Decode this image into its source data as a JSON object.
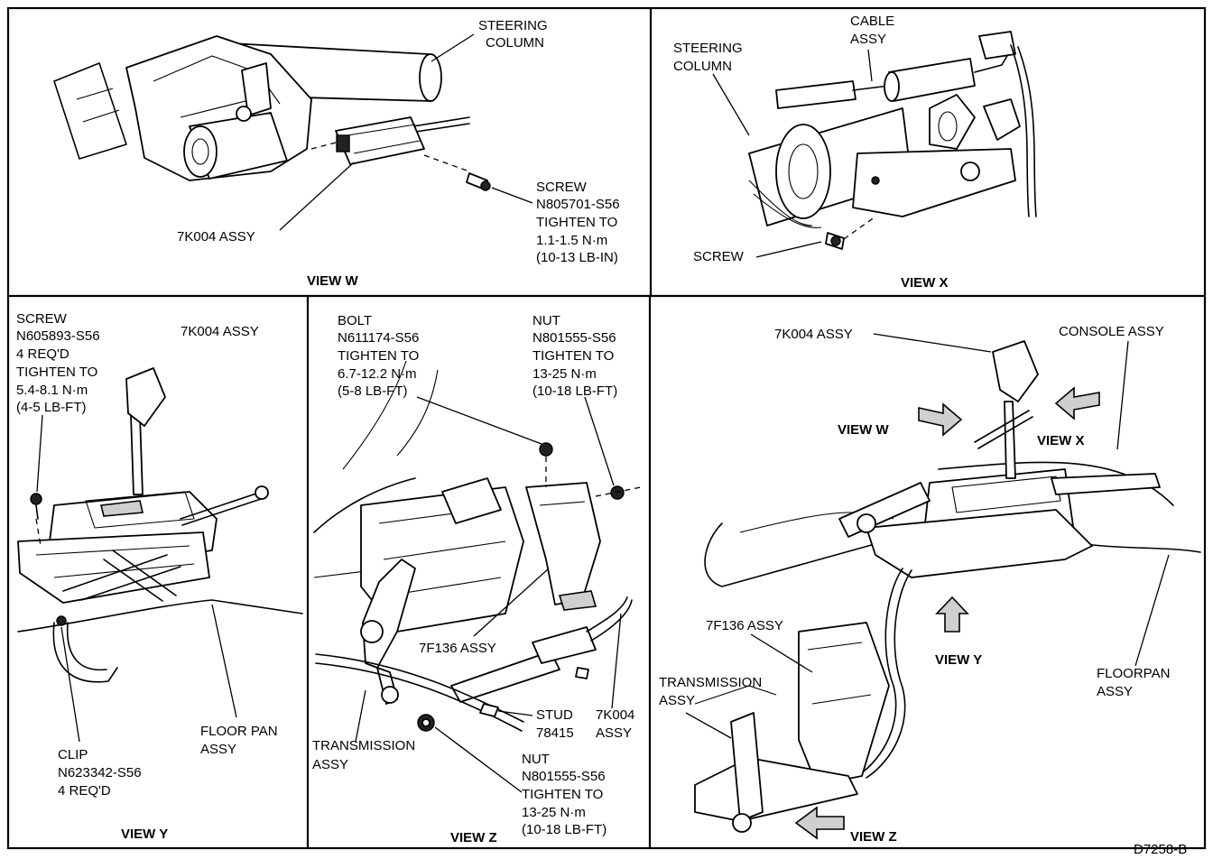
{
  "figure_id": "D7258-B",
  "panels": {
    "view_w": {
      "title": "VIEW W",
      "labels": {
        "steering_column": [
          "STEERING",
          "COLUMN"
        ],
        "assy": "7K004 ASSY",
        "screw": [
          "SCREW",
          "N805701-S56",
          "TIGHTEN TO",
          "1.1-1.5 N·m",
          "(10-13 LB-IN)"
        ]
      }
    },
    "view_x": {
      "title": "VIEW X",
      "labels": {
        "cable_assy": [
          "CABLE",
          "ASSY"
        ],
        "steering_column": [
          "STEERING",
          "COLUMN"
        ],
        "screw": "SCREW"
      }
    },
    "view_y": {
      "title": "VIEW Y",
      "labels": {
        "screw": [
          "SCREW",
          "N605893-S56",
          "4 REQ'D",
          "TIGHTEN TO",
          "5.4-8.1 N·m",
          "(4-5 LB-FT)"
        ],
        "assy": "7K004 ASSY",
        "clip": [
          "CLIP",
          "N623342-S56",
          "4 REQ'D"
        ],
        "floor_pan": [
          "FLOOR PAN",
          "ASSY"
        ]
      }
    },
    "view_z": {
      "title": "VIEW Z",
      "labels": {
        "bolt": [
          "BOLT",
          "N611174-S56",
          "TIGHTEN TO",
          "6.7-12.2 N·m",
          "(5-8 LB-FT)"
        ],
        "nut_top": [
          "NUT",
          "N801555-S56",
          "TIGHTEN TO",
          "13-25 N·m",
          "(10-18 LB-FT)"
        ],
        "bracket": "7F136 ASSY",
        "stud": [
          "STUD",
          "78415"
        ],
        "assy": [
          "7K004",
          "ASSY"
        ],
        "transmission": [
          "TRANSMISSION",
          "ASSY"
        ],
        "nut_bottom": [
          "NUT",
          "N801555-S56",
          "TIGHTEN TO",
          "13-25 N·m",
          "(10-18 LB-FT)"
        ]
      }
    },
    "overview": {
      "labels": {
        "assy": "7K004 ASSY",
        "console": "CONSOLE ASSY",
        "view_w": "VIEW W",
        "view_x": "VIEW X",
        "bracket": "7F136 ASSY",
        "transmission": [
          "TRANSMISSION",
          "ASSY"
        ],
        "view_y": "VIEW Y",
        "floorpan": [
          "FLOORPAN",
          "ASSY"
        ],
        "view_z": "VIEW Z"
      }
    }
  }
}
